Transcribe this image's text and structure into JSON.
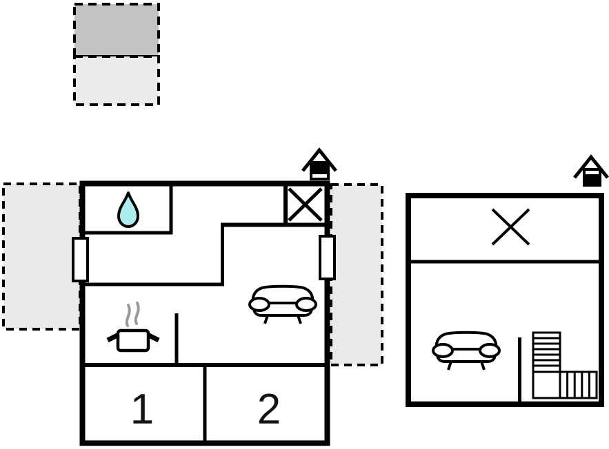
{
  "colors": {
    "background": "#ffffff",
    "wall": "#000000",
    "terrace_fill": "#e9e9e9",
    "legend_dark": "#c2c2c2",
    "legend_light": "#ebebeb",
    "water_drop": "#abeef2",
    "steam": "#999999"
  },
  "legend": {
    "swatches": [
      {
        "name": "dark-dashed-area",
        "color": "#c2c2c2"
      },
      {
        "name": "light-dashed-area",
        "color": "#ebebeb"
      }
    ]
  },
  "floor_plan_left": {
    "bedrooms": [
      {
        "label": "1"
      },
      {
        "label": "2"
      }
    ],
    "icons": [
      "water-drop-icon",
      "crossed-box-icon",
      "cooking-pot-icon",
      "steam-icon",
      "sofa-icon",
      "window-icon-left",
      "window-icon-right",
      "terrace-left",
      "terrace-right",
      "house-level-icon"
    ]
  },
  "floor_plan_right": {
    "icons": [
      "cross-mark-icon",
      "sofa-icon",
      "staircase-icon",
      "house-level-icon"
    ]
  }
}
